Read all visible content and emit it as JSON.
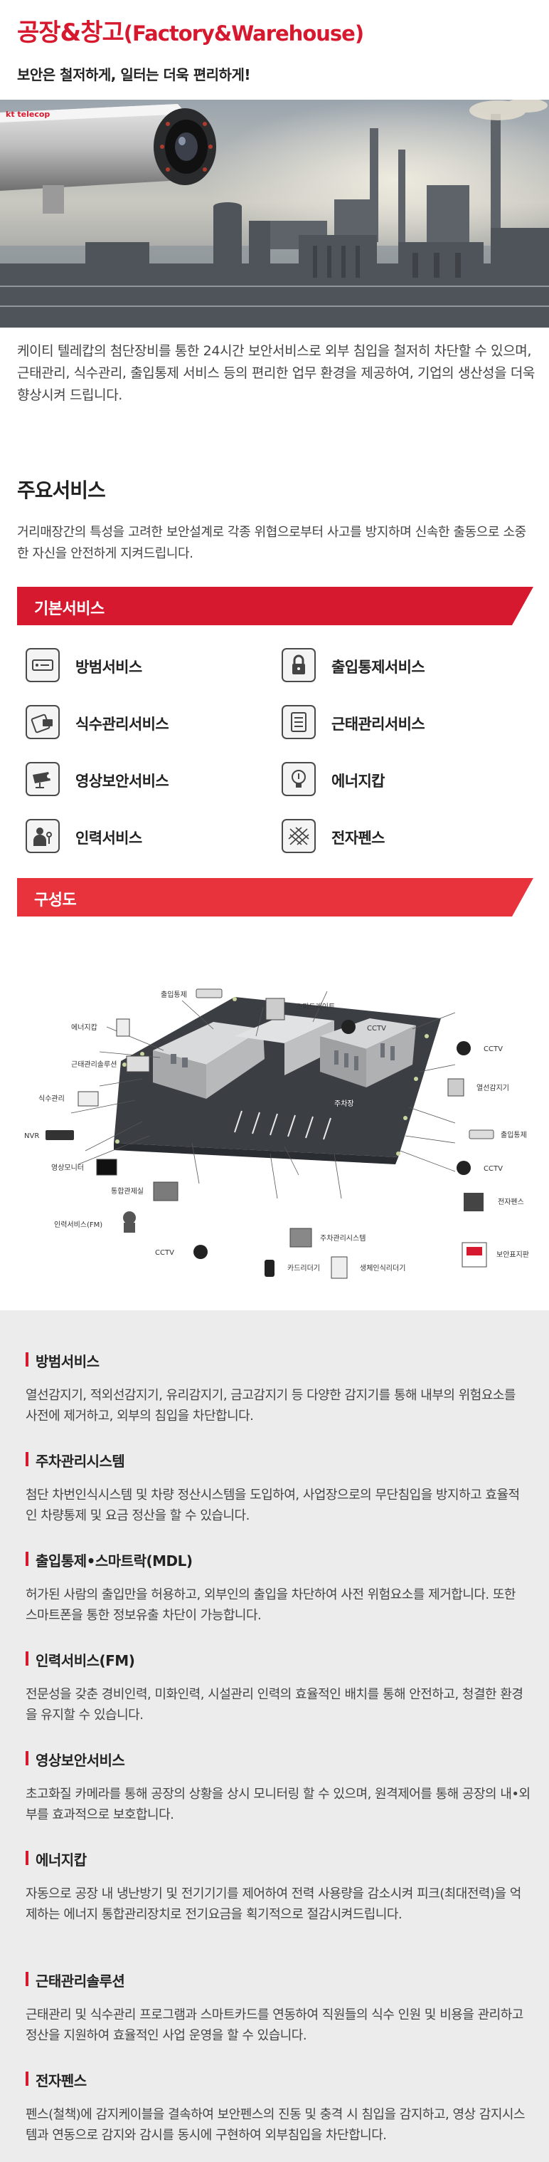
{
  "header": {
    "title_ko": "공장&창고",
    "title_en": "(Factory&Warehouse)",
    "subtitle": "보안은 철저하게, 일터는 더욱 편리하게!"
  },
  "hero": {
    "camera_brand": "kt telecop"
  },
  "intro": "케이티 텔레캅의 첨단장비를 통한 24시간 보안서비스로 외부 침입을 철저히 차단할 수 있으며, 근태관리, 식수관리, 출입통제 서비스 등의 편리한 업무 환경을 제공하여, 기업의 생산성을 더욱 향상시켜 드립니다.",
  "main_services": {
    "title": "주요서비스",
    "description": "거리매장간의 특성을 고려한 보안설계로 각종 위협으로부터 사고를 방지하며 신속한 출동으로 소중한 자신을 안전하게 지켜드립니다."
  },
  "basic": {
    "banner": "기본서비스",
    "items": [
      {
        "label": "방범서비스",
        "icon": "dvr-icon"
      },
      {
        "label": "출입통제서비스",
        "icon": "lock-icon"
      },
      {
        "label": "식수관리서비스",
        "icon": "card-reader-icon"
      },
      {
        "label": "근태관리서비스",
        "icon": "checklist-icon"
      },
      {
        "label": "영상보안서비스",
        "icon": "cctv-icon"
      },
      {
        "label": "에너지캅",
        "icon": "lightbulb-icon"
      },
      {
        "label": "인력서비스",
        "icon": "guard-icon"
      },
      {
        "label": "전자펜스",
        "icon": "fence-icon"
      }
    ]
  },
  "structure": {
    "banner": "구성도",
    "labels": {
      "door_control": "출입통제",
      "speed_gate": "스피드게이트",
      "energy_cop": "에너지캅",
      "attendance": "근태관리솔루션",
      "meal": "식수관리",
      "nvr": "NVR",
      "monitor": "영상모니터",
      "control_room": "통합관제실",
      "manpower": "인력서비스(FM)",
      "cctv_1": "CCTV",
      "cctv_2": "CCTV",
      "cctv_3": "CCTV",
      "cctv_4": "CCTV",
      "heat": "열선감지기",
      "door_control_r": "출입통제",
      "fence": "전자펜스",
      "parking": "주차장",
      "parking_sys": "주차관리시스템",
      "card_reader": "카드리더기",
      "biometric": "생체인식리더기",
      "guard_sign": "보안표지판"
    }
  },
  "details": [
    {
      "title": "방범서비스",
      "text": "열선감지기, 적외선감지기, 유리감지기, 금고감지기 등 다양한 감지기를 통해 내부의 위험요소를 사전에 제거하고, 외부의 침입을 차단합니다."
    },
    {
      "title": "주차관리시스템",
      "text": "첨단 차번인식시스템 및 차량 정산시스템을 도입하여, 사업장으로의 무단침입을 방지하고 효율적인 차량통제 및 요금 정산을 할 수 있습니다."
    },
    {
      "title": "출입통제•스마트락(MDL)",
      "text": "허가된 사람의 출입만을 허용하고, 외부인의 출입을 차단하여 사전 위험요소를 제거합니다. 또한 스마트폰을 통한 정보유출 차단이 가능합니다."
    },
    {
      "title": "인력서비스(FM)",
      "text": "전문성을 갖춘 경비인력, 미화인력, 시설관리 인력의 효율적인 배치를 통해 안전하고, 청결한 환경을 유지할 수 있습니다."
    },
    {
      "title": "영상보안서비스",
      "text": "초고화질 카메라를 통해 공장의 상황을 상시 모니터링 할 수 있으며, 원격제어를 통해 공장의 내•외부를 효과적으로 보호합니다."
    },
    {
      "title": "에너지캅",
      "text": "자동으로 공장 내 냉난방기 및 전기기기를 제어하여 전력 사용량을 감소시켜 피크(최대전력)을 억제하는 에너지 통합관리장치로 전기요금을 획기적으로 절감시켜드립니다."
    },
    {
      "title": "근태관리솔루션",
      "text": "근태관리 및 식수관리 프로그램과 스마트카드를 연동하여 직원들의 식수 인원 및 비용을 관리하고 정산을 지원하여 효율적인 사업 운영을 할 수 있습니다."
    },
    {
      "title": "전자펜스",
      "text": "펜스(철책)에 감지케이블을 결속하여 보안펜스의 진동 및 충격 시 침입을 감지하고, 영상 감지시스템과 연동으로 감지와 감시를 동시에 구현하여 외부침입을 차단합니다."
    }
  ],
  "colors": {
    "accent": "#d7192f",
    "desc_bg": "#ececec"
  }
}
